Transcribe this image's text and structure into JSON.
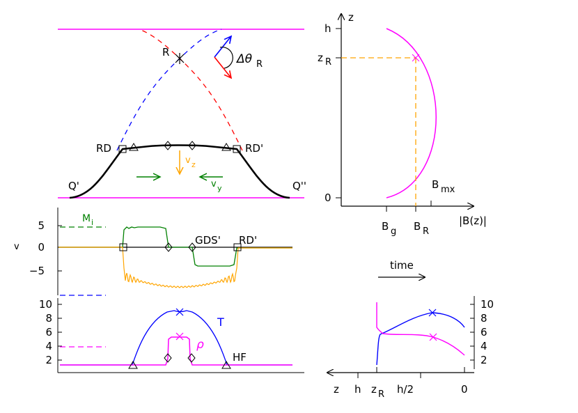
{
  "colors": {
    "field_line": "#ff00ff",
    "loop_left": "#0000ff",
    "loop_right": "#ff0000",
    "tube": "#000000",
    "flow_z": "#ffa500",
    "flow_y": "#008000",
    "density": "#ff00ff",
    "temperature": "#0000ff",
    "reconnection_helper": "#ffa500"
  },
  "labels": {
    "R": "R",
    "dtheta": "Δθ",
    "dtheta_sub": "R",
    "RD": "RD",
    "RDp": "RD'",
    "Qp": "Q'",
    "Qpp": "Q''",
    "vz": "v",
    "vz_sub": "z",
    "vy": "v",
    "vy_sub": "y",
    "Mi": "M",
    "Mi_sub": "i",
    "v_axis": "v",
    "GDSp": "GDS'",
    "RDp2": "RD'",
    "T": "T",
    "rho": "ρ",
    "HF": "HF",
    "time": "time"
  },
  "profile_axis": {
    "z": "z",
    "h": "h",
    "zR": "z",
    "zR_sub": "R",
    "zero": "0",
    "x_label": "|B(z)|",
    "Bg": "B",
    "Bg_sub": "g",
    "BR": "B",
    "BR_sub": "R",
    "Bmx": "B",
    "Bmx_sub": "mx"
  },
  "velocity_panel": {
    "ticks": [
      "5",
      "0",
      "−5"
    ]
  },
  "temp_panel": {
    "ticks": [
      "10",
      "8",
      "6",
      "4",
      "2"
    ]
  },
  "time_panel": {
    "ticks": [
      "10",
      "8",
      "6",
      "4",
      "2"
    ],
    "x_z": "z",
    "x_h": "h",
    "x_zR": "z",
    "x_zR_sub": "R",
    "x_h2": "h/2",
    "x_zero": "0"
  }
}
